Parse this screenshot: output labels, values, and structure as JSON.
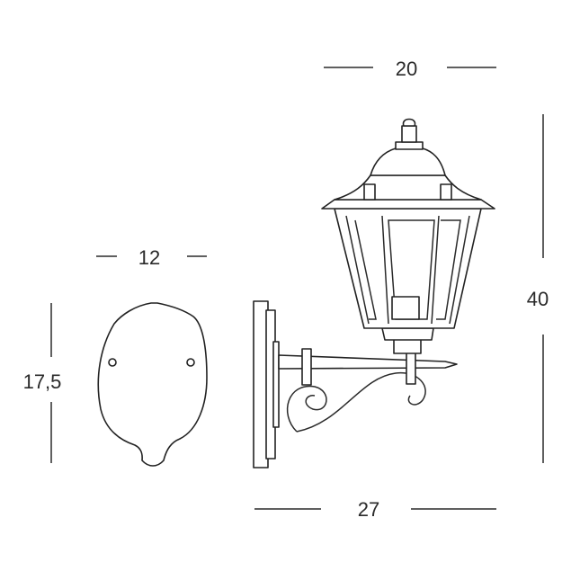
{
  "dimensions": {
    "lamp_width": "20",
    "lamp_height": "40",
    "plate_width": "12",
    "plate_height": "17,5",
    "total_depth": "27"
  }
}
